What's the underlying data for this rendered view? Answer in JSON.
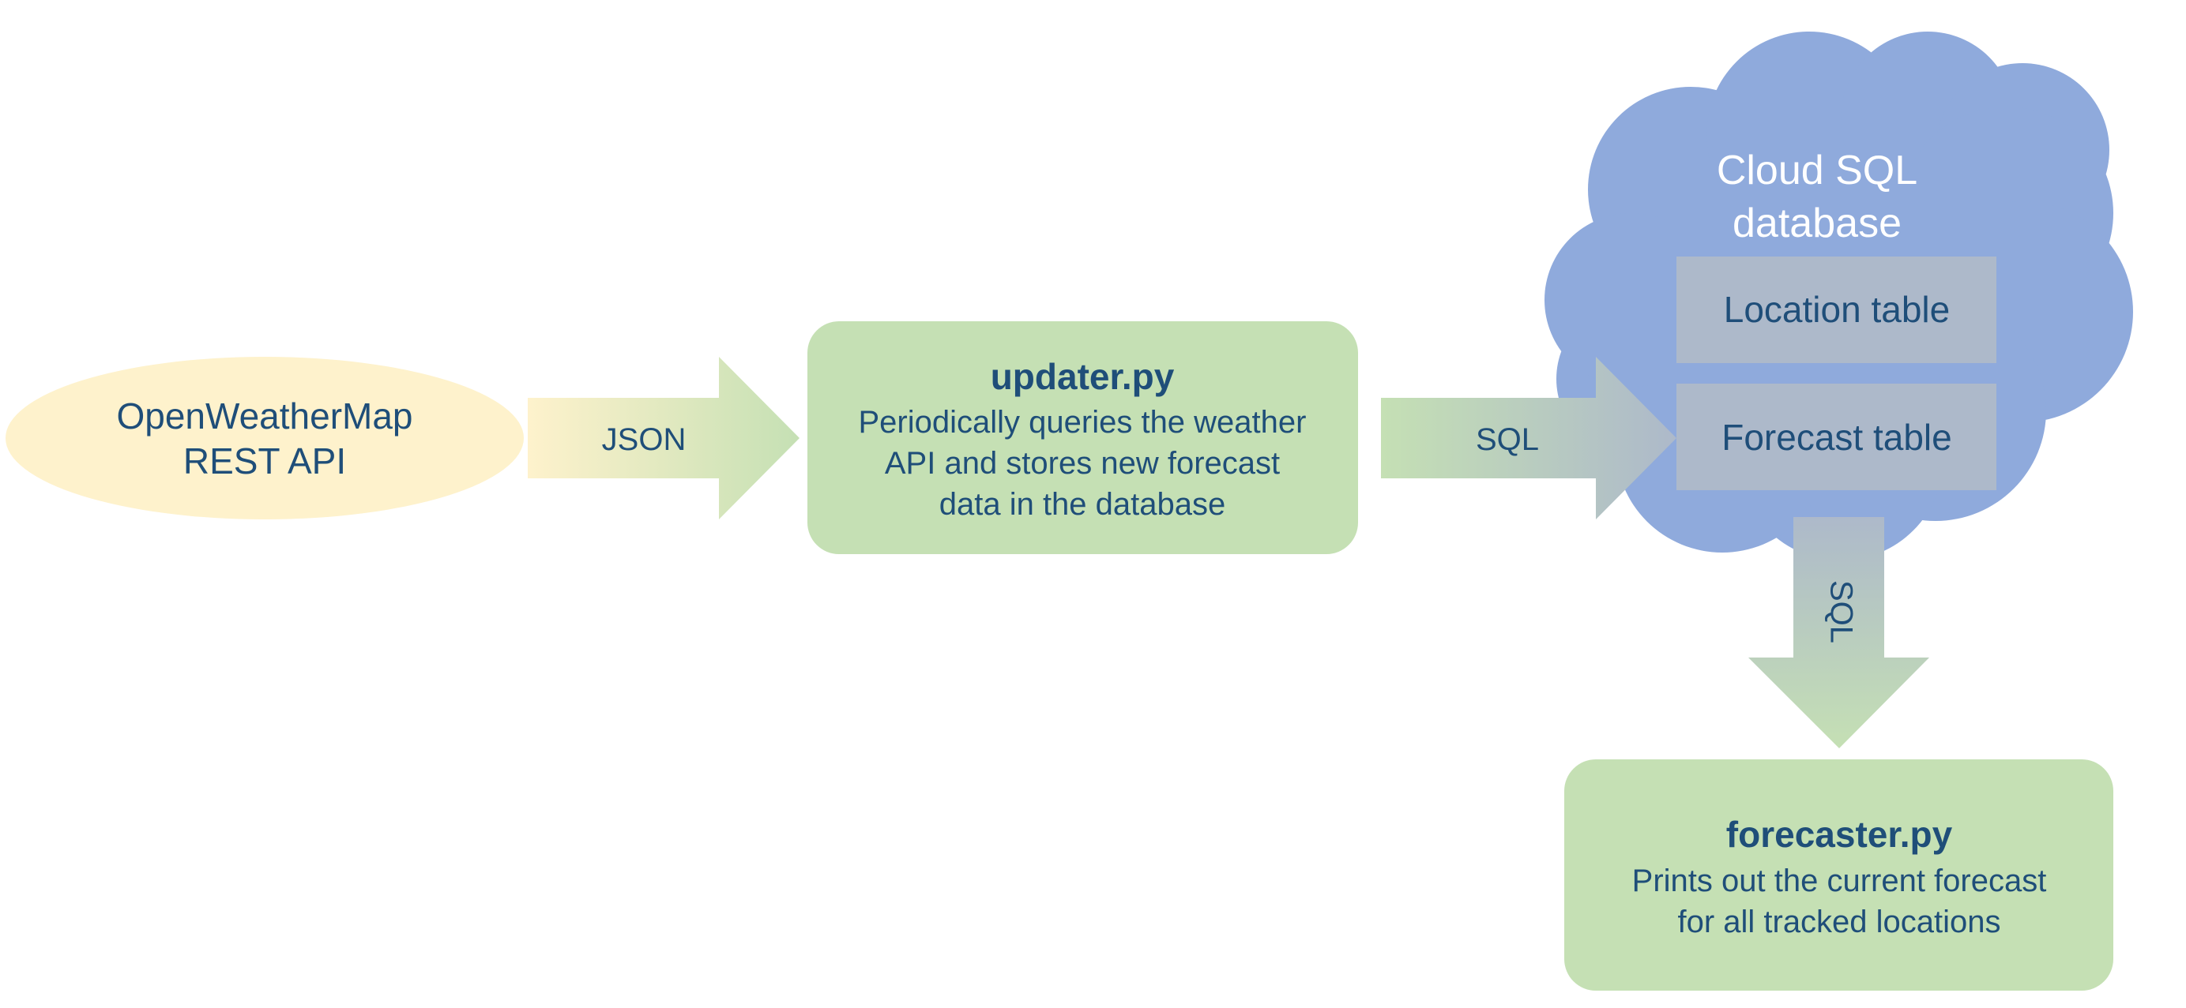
{
  "colors": {
    "text": "#1f4e79",
    "cloud_text": "#ffffff",
    "ellipse_fill": "#fef2cc",
    "process_fill": "#c5e0b4",
    "cloud_fill": "#8faadc",
    "table_fill": "#adb9ca",
    "arrow_green": "#c5e0b4",
    "arrow_yellow": "#fef2cc",
    "arrow_gray": "#adb9ca"
  },
  "source": {
    "line1": "OpenWeatherMap",
    "line2": "REST API"
  },
  "arrows": {
    "json": "JSON",
    "sql_in": "SQL",
    "sql_out": "SQL"
  },
  "updater": {
    "title": "updater.py",
    "line1": "Periodically queries the weather",
    "line2": "API and stores new forecast",
    "line3": "data in the database"
  },
  "database": {
    "line1": "Cloud SQL",
    "line2": "database",
    "tables": [
      "Location table",
      "Forecast table"
    ]
  },
  "forecaster": {
    "title": "forecaster.py",
    "line1": "Prints out the current forecast",
    "line2": "for all tracked locations"
  }
}
